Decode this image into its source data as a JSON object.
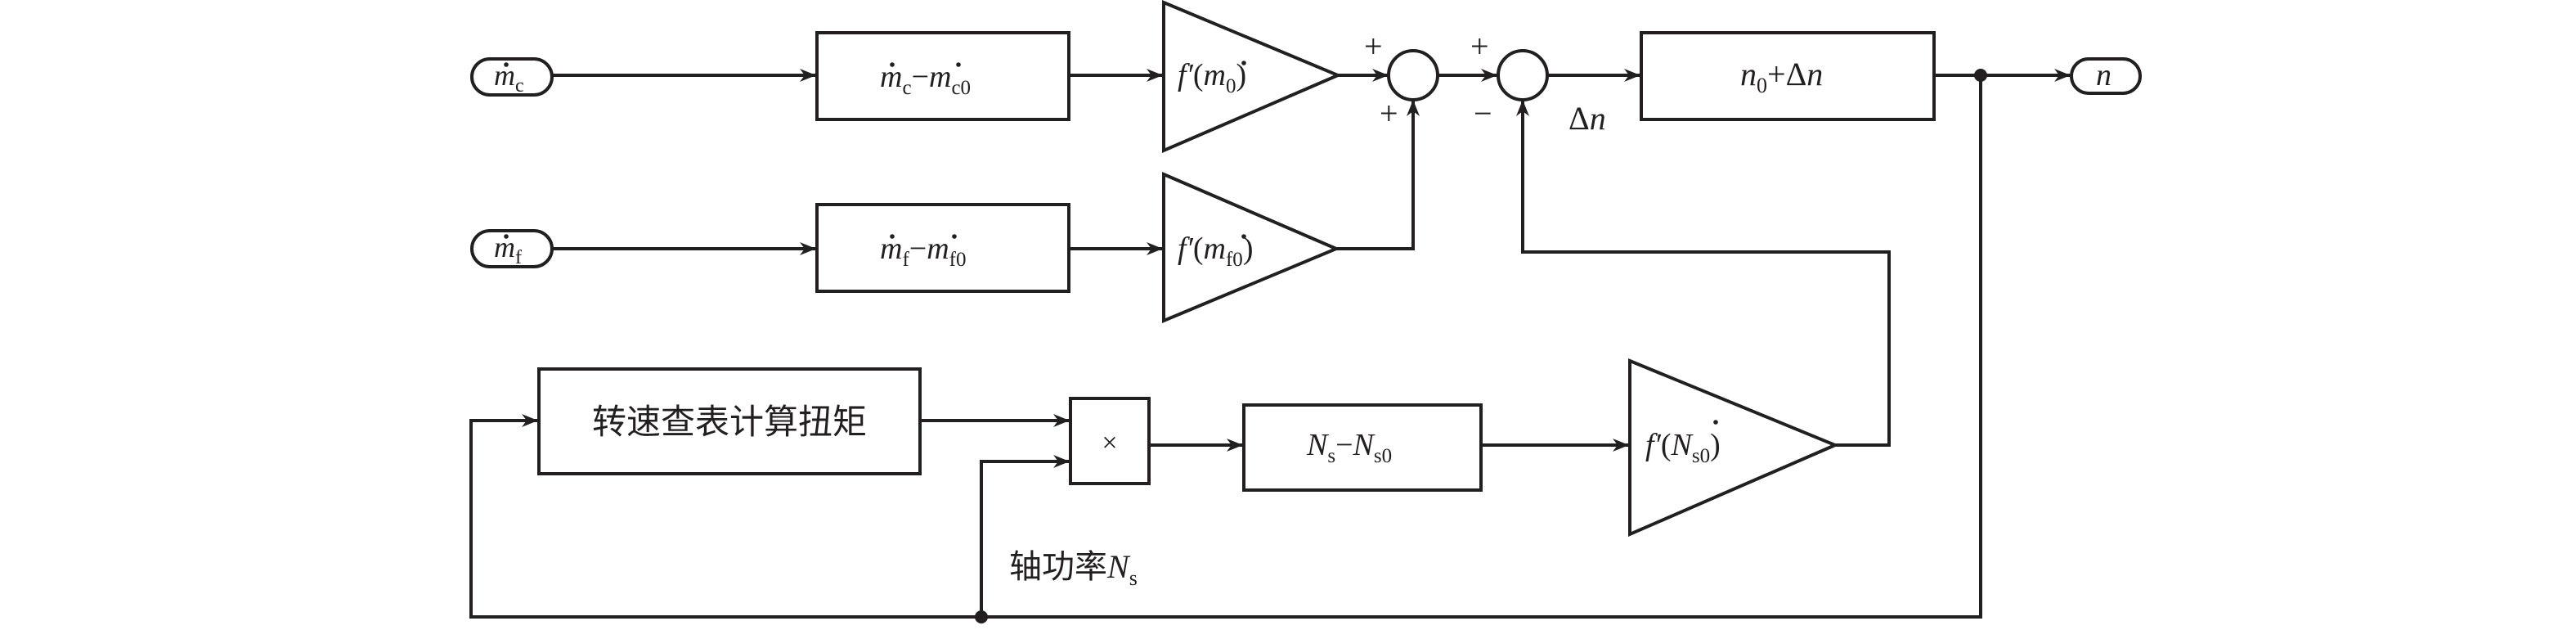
{
  "diagram": {
    "title": "",
    "type": "block-diagram",
    "inputs": {
      "mc": {
        "base": "m",
        "dot": true,
        "sub": "c"
      },
      "mf": {
        "base": "m",
        "dot": true,
        "sub": "f"
      }
    },
    "output": {
      "label": "n"
    },
    "blocks": {
      "mc_diff": {
        "a_base": "m",
        "a_sub": "c",
        "op": "−",
        "b_base": "m",
        "b_sub": "c0"
      },
      "mf_diff": {
        "a_base": "m",
        "a_sub": "f",
        "op": "−",
        "b_base": "m",
        "b_sub": "f0"
      },
      "n_sum": {
        "base": "n",
        "sub": "0",
        "op": "+",
        "delta": "Δ",
        "var": "n"
      },
      "torque_lookup": {
        "label": "转速查表计算扭矩"
      },
      "multiplier": {
        "label": "×"
      },
      "ns_diff": {
        "a_base": "N",
        "a_sub": "s",
        "op": "−",
        "b_base": "N",
        "b_sub": "s0"
      }
    },
    "gains": {
      "g1": {
        "func": "f′",
        "open": "(",
        "base": "m",
        "sub": "0",
        "close": ")"
      },
      "g2": {
        "func": "f′",
        "open": "(",
        "base": "m",
        "sub": "f0",
        "close": ")"
      },
      "g3": {
        "func": "f′",
        "open": "(",
        "base": "N",
        "sub": "s0",
        "close": ")"
      }
    },
    "summers": {
      "s1": {
        "sign_left": "+",
        "sign_bottom": "+"
      },
      "s2": {
        "sign_left": "+",
        "sign_bottom": "−"
      }
    },
    "signals": {
      "delta_n": {
        "delta": "Δ",
        "var": "n"
      },
      "shaft_power": {
        "label": "轴功率",
        "base": "N",
        "sub": "s"
      }
    }
  }
}
